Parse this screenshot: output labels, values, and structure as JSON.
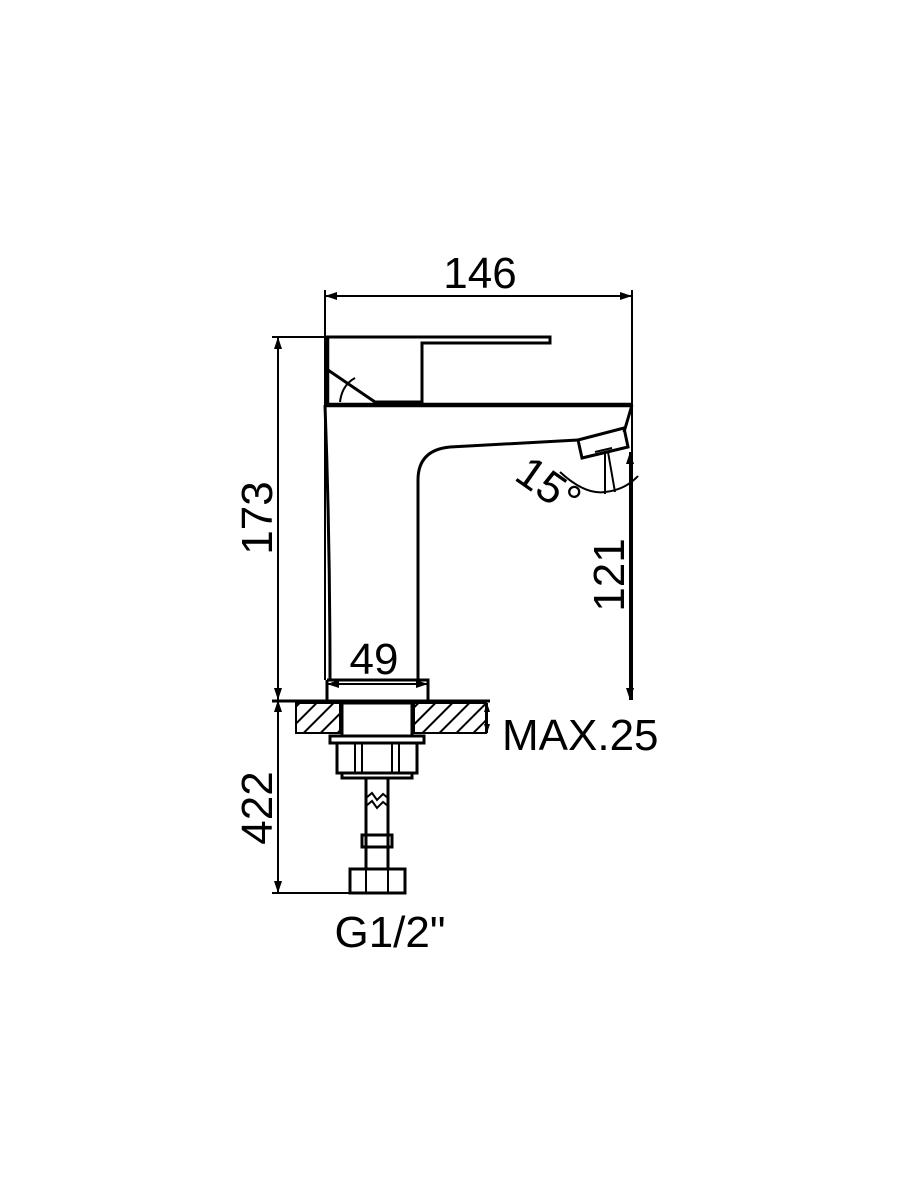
{
  "drawing": {
    "title": "faucet dimension drawing",
    "dimensions": {
      "overall_length": "146",
      "overall_height": "173",
      "base_diameter": "49",
      "spout_height": "121",
      "spout_angle": "15°",
      "max_counter_thickness": "MAX.25",
      "hose_length": "422",
      "thread": "G1/2\""
    }
  }
}
